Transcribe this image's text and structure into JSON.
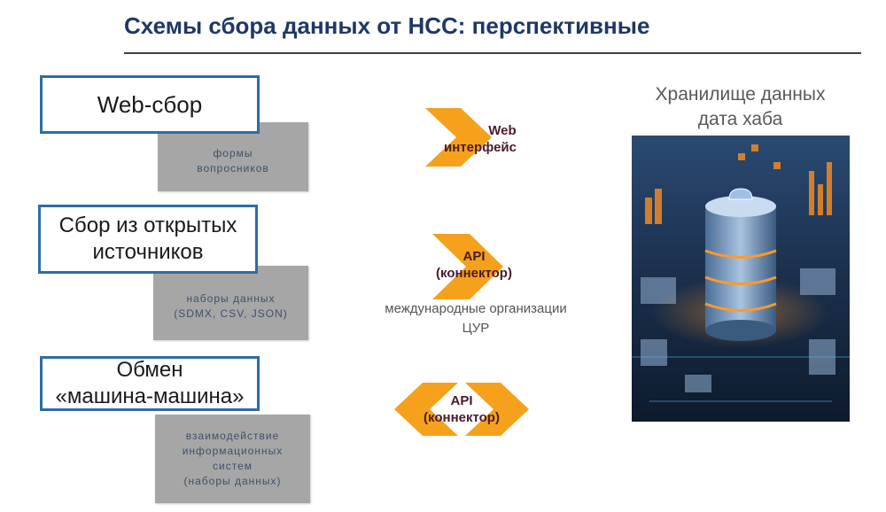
{
  "title": "Схемы сбора данных от НСС: перспективные",
  "sources": [
    {
      "label_lines": [
        "Web-сбор"
      ],
      "detail_lines": [
        "формы",
        "вопросников"
      ]
    },
    {
      "label_lines": [
        "Сбор из открытых",
        "источников"
      ],
      "detail_lines": [
        "наборы данных",
        "(SDMX, CSV, JSON)"
      ]
    },
    {
      "label_lines": [
        "Обмен",
        "«машина-машина»"
      ],
      "detail_lines": [
        "взаимодействие",
        "информационных",
        "систем",
        "(наборы данных)"
      ]
    }
  ],
  "connectors": [
    {
      "lines": [
        "Web",
        "интерфейс"
      ]
    },
    {
      "lines": [
        "API",
        "(коннектор)"
      ],
      "note_lines": [
        "международные организации",
        "ЦУР"
      ]
    },
    {
      "lines": [
        "API",
        "(коннектор)"
      ]
    }
  ],
  "hub": {
    "title_lines": [
      "Хранилище данных",
      "дата хаба"
    ]
  },
  "colors": {
    "accent_orange": "#f5a11c",
    "box_border": "#2e6da4",
    "title": "#1f3864"
  }
}
